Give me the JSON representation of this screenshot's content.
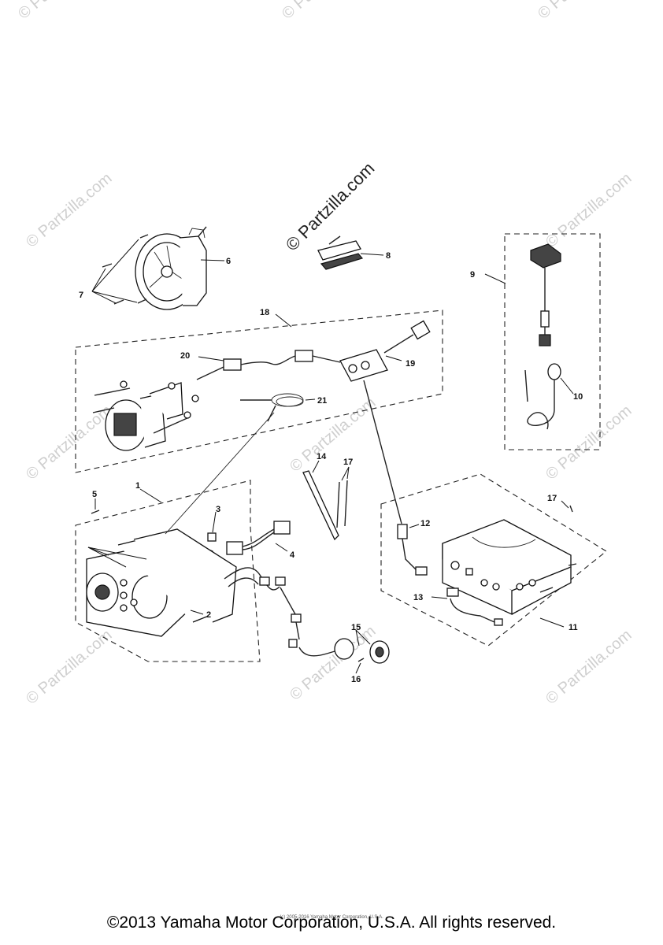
{
  "watermarks": {
    "text": "© Partzilla.com",
    "center_text": "© Partzilla.com"
  },
  "callouts": {
    "c1": "1",
    "c2": "2",
    "c3": "3",
    "c4": "4",
    "c5": "5",
    "c6": "6",
    "c7": "7",
    "c8": "8",
    "c9": "9",
    "c10": "10",
    "c11": "11",
    "c12": "12",
    "c13": "13",
    "c14": "14",
    "c15": "15",
    "c16": "16",
    "c17a": "17",
    "c17b": "17",
    "c18": "18",
    "c19": "19",
    "c20": "20",
    "c21": "21"
  },
  "footer": {
    "copyright": "©2013 Yamaha Motor Corporation, U.S.A. All rights reserved.",
    "small_copyright": "(c) 2005-2016 Yamaha Motor Corporation, U.S.A."
  }
}
